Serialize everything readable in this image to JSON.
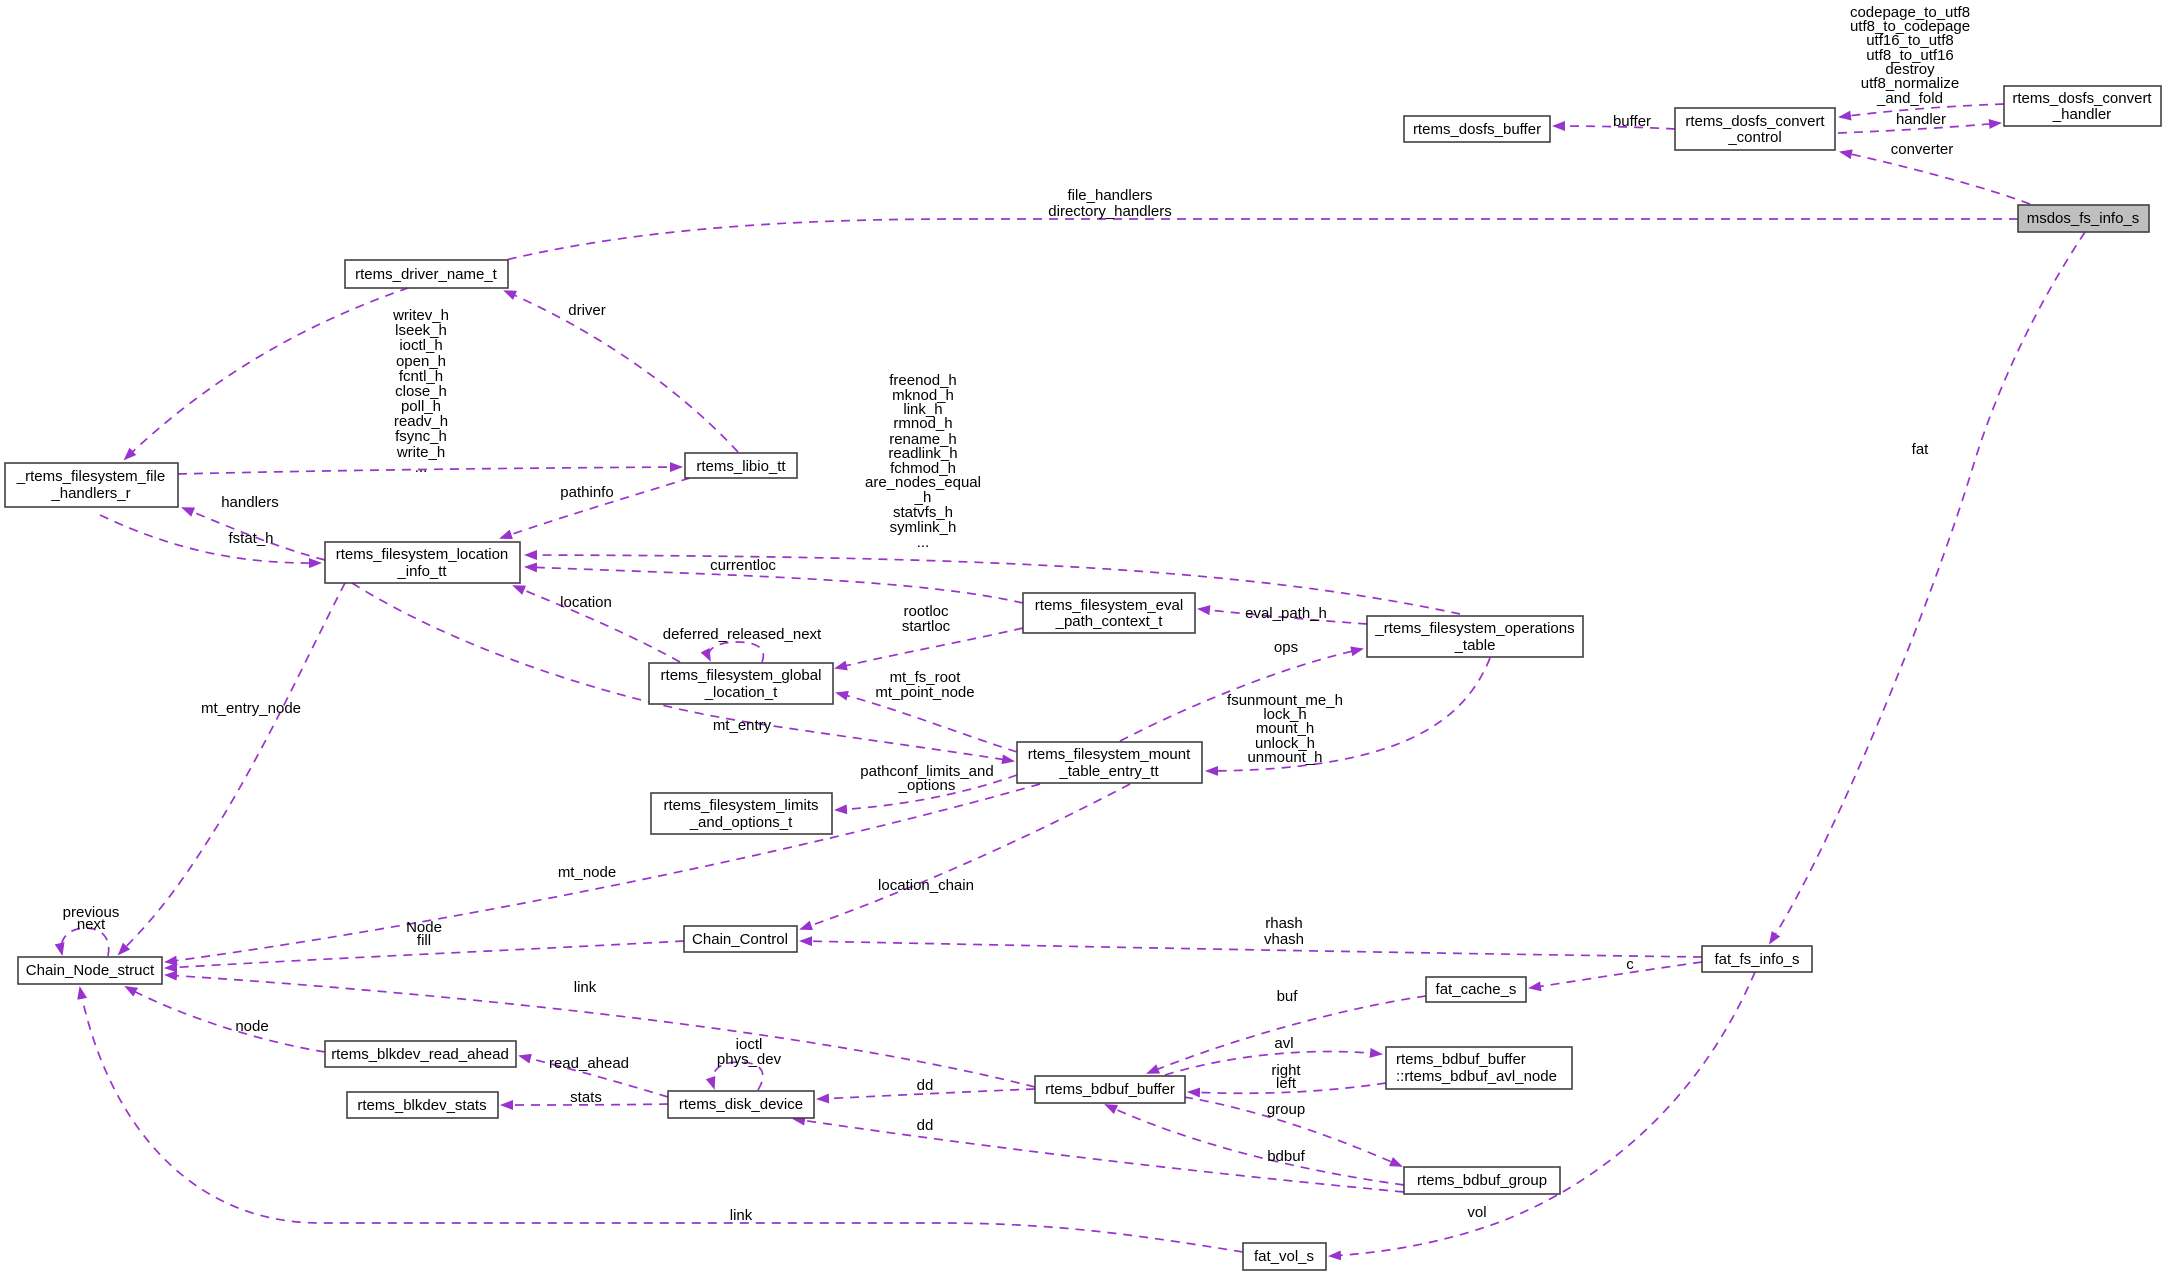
{
  "diagram": {
    "title": "msdos_fs_info_s collaboration graph",
    "edge_color": "#9a32cd",
    "node_border_color": "#404040",
    "highlight_fill": "#bfbfbf",
    "nodes": {
      "dosfs_buffer": "rtems_dosfs_buffer",
      "convert_control": {
        "l1": "rtems_dosfs_convert",
        "l2": "_control"
      },
      "convert_handler": {
        "l1": "rtems_dosfs_convert",
        "l2": "_handler"
      },
      "msdos": "msdos_fs_info_s",
      "driver_name": "rtems_driver_name_t",
      "file_handlers": {
        "l1": "_rtems_filesystem_file",
        "l2": "_handlers_r"
      },
      "libio": "rtems_libio_tt",
      "location_info": {
        "l1": "rtems_filesystem_location",
        "l2": "_info_tt"
      },
      "eval_path": {
        "l1": "rtems_filesystem_eval",
        "l2": "_path_context_t"
      },
      "ops_table": {
        "l1": "_rtems_filesystem_operations",
        "l2": "_table"
      },
      "global_location": {
        "l1": "rtems_filesystem_global",
        "l2": "_location_t"
      },
      "mount_table": {
        "l1": "rtems_filesystem_mount",
        "l2": "_table_entry_tt"
      },
      "limits": {
        "l1": "rtems_filesystem_limits",
        "l2": "_and_options_t"
      },
      "chain_control": "Chain_Control",
      "chain_node": "Chain_Node_struct",
      "fat_fs_info": "fat_fs_info_s",
      "fat_cache": "fat_cache_s",
      "blkdev_read_ahead": "rtems_blkdev_read_ahead",
      "blkdev_stats": "rtems_blkdev_stats",
      "disk_device": "rtems_disk_device",
      "bdbuf_buffer": "rtems_bdbuf_buffer",
      "avl_node": {
        "l1": "rtems_bdbuf_buffer",
        "l2": "::rtems_bdbuf_avl_node"
      },
      "bdbuf_group": "rtems_bdbuf_group",
      "fat_vol": "fat_vol_s"
    },
    "labels": {
      "methods_convert": [
        "codepage_to_utf8",
        "utf8_to_codepage",
        "utf16_to_utf8",
        "utf8_to_utf16",
        "destroy",
        "utf8_normalize",
        "_and_fold"
      ],
      "buffer": "buffer",
      "handler": "handler",
      "converter": "converter",
      "file_handlers": [
        "file_handlers",
        "directory_handlers"
      ],
      "fat": "fat",
      "driver": "driver",
      "libio_methods": [
        "writev_h",
        "lseek_h",
        "ioctl_h",
        "open_h",
        "fcntl_h",
        "close_h",
        "poll_h",
        "readv_h",
        "fsync_h",
        "write_h",
        "..."
      ],
      "handlers": "handlers",
      "fstat": "fstat_h",
      "pathinfo": "pathinfo",
      "ops_methods": [
        "freenod_h",
        "mknod_h",
        "link_h",
        "rmnod_h",
        "rename_h",
        "readlink_h",
        "fchmod_h",
        "are_nodes_equal",
        "_h",
        "statvfs_h",
        "symlink_h",
        "..."
      ],
      "currentloc": "currentloc",
      "location": "location",
      "deferred": "deferred_released_next",
      "rootloc": [
        "rootloc",
        "startloc"
      ],
      "eval_path_h": "eval_path_h",
      "ops": "ops",
      "mt_fs_root": [
        "mt_fs_root",
        "mt_point_node"
      ],
      "mt_entry": "mt_entry",
      "mount_methods": [
        "fsunmount_me_h",
        "lock_h",
        "mount_h",
        "unlock_h",
        "unmount_h"
      ],
      "pathconf": [
        "pathconf_limits_and",
        "_options"
      ],
      "mt_entry_node": "mt_entry_node",
      "mt_node": "mt_node",
      "location_chain": "location_chain",
      "prev_next": [
        "previous",
        "next"
      ],
      "node_fill": [
        "Node",
        "fill"
      ],
      "rhash": [
        "rhash",
        "vhash"
      ],
      "c": "c",
      "buf": "buf",
      "link_upper": "link",
      "node": "node",
      "avl": "avl",
      "right_left": [
        "right",
        "left"
      ],
      "ioctl": [
        "ioctl",
        "phys_dev"
      ],
      "read_ahead": "read_ahead",
      "stats": "stats",
      "dd_upper": "dd",
      "dd_lower": "dd",
      "group": "group",
      "bdbuf": "bdbuf",
      "vol": "vol",
      "link_lower": "link"
    }
  }
}
